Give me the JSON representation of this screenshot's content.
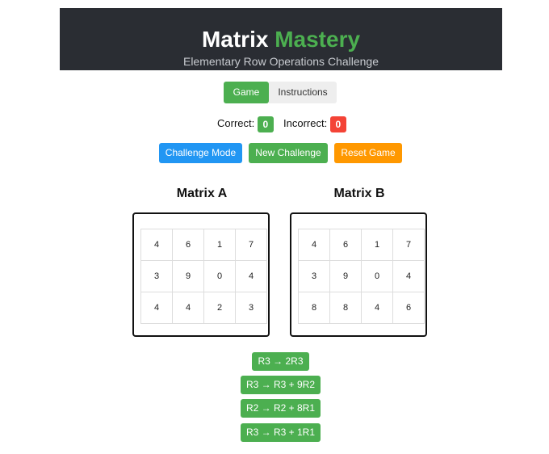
{
  "header": {
    "title_main": "Matrix",
    "title_accent": "Mastery",
    "subtitle": "Elementary Row Operations Challenge"
  },
  "tabs": [
    {
      "label": "Game",
      "active": true
    },
    {
      "label": "Instructions",
      "active": false
    }
  ],
  "score": {
    "correct_label": "Correct:",
    "correct_value": "0",
    "incorrect_label": "Incorrect:",
    "incorrect_value": "0"
  },
  "actions": {
    "challenge_mode": "Challenge Mode",
    "new_challenge": "New Challenge",
    "reset_game": "Reset Game"
  },
  "matrix_a": {
    "title": "Matrix A",
    "rows": [
      [
        "4",
        "6",
        "1",
        "7"
      ],
      [
        "3",
        "9",
        "0",
        "4"
      ],
      [
        "4",
        "4",
        "2",
        "3"
      ]
    ]
  },
  "matrix_b": {
    "title": "Matrix B",
    "rows": [
      [
        "4",
        "6",
        "1",
        "7"
      ],
      [
        "3",
        "9",
        "0",
        "4"
      ],
      [
        "8",
        "8",
        "4",
        "6"
      ]
    ]
  },
  "operations": [
    "R3 → 2R3",
    "R3 → R3 + 9R2",
    "R2 → R2 + 8R1",
    "R3 → R3 + 1R1"
  ],
  "colors": {
    "header_bg": "#2a2d33",
    "accent_green": "#4caf50",
    "blue": "#2196f3",
    "orange": "#ff9800",
    "red": "#f44336"
  }
}
